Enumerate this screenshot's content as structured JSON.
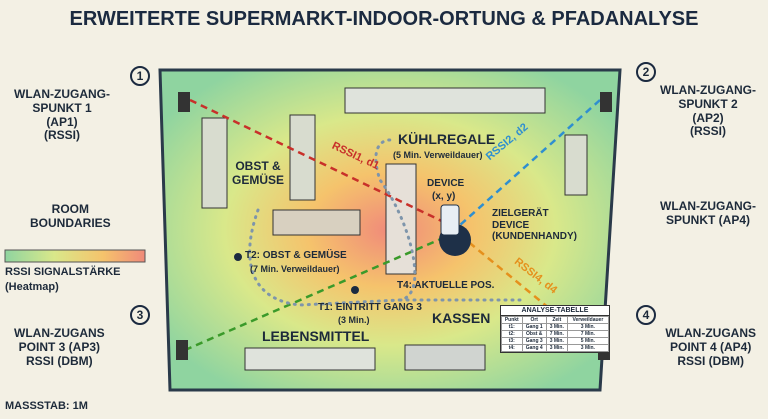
{
  "title": "Erweiterte Supermarkt-Indoor-Ortung & Pfadanalyse",
  "access_points": [
    {
      "num": "1",
      "label": "WLAN-Zugang-\nspunkt 1\n(AP1)\n(RSSI)"
    },
    {
      "num": "2",
      "label": "WLAN-Zugang-\nspunkt 2\n(AP2)\n(RSSI)"
    },
    {
      "num": "3",
      "label": "WLAN-Zugans\nPoint 3 (AP3)\nRSSI (dBm)"
    },
    {
      "num": "4",
      "label": "WLAN-Zugans\nPoint 4 (AP4)\nRSSI (dBm)"
    }
  ],
  "ap4_right": "WLAN-Zugang-\nspunkt (AP4)",
  "room_boundaries": "Room\nBoundaries",
  "legend": {
    "title": "RSSI Signalstärke",
    "sub": "(Heatmap)",
    "colors": [
      "#8fd4a0",
      "#d9e88a",
      "#f5c36c",
      "#f08a7a"
    ]
  },
  "scale": "Maßstab: 1m",
  "zones": {
    "obst": "Obst &\nGemüse",
    "kuehl": "Kühlregale",
    "kuehl_sub": "(5 Min. Verweildauer)",
    "lebensmittel": "Lebensmittel",
    "kassen": "Kassen"
  },
  "device": {
    "label": "Device",
    "coords": "(x, y)",
    "target": "Zielgerät\nDevice\n(Kundenhandy)"
  },
  "path": {
    "t1": "t1: Eintritt Gang 3",
    "t1_sub": "(3 Min.)",
    "t2": "t2: Obst & Gemüse",
    "t2_sub": "(7 Min. Verweildauer)",
    "t4": "t4: Aktuelle Pos."
  },
  "rssi_lines": [
    {
      "label": "RSSI1, d1",
      "color": "#c8302a"
    },
    {
      "label": "RSSI2, d2",
      "color": "#2f8fd0"
    },
    {
      "label": "RSSI4, d4",
      "color": "#e5901c"
    },
    {
      "label": "",
      "color": "#3a9a2a"
    }
  ],
  "table": {
    "title": "Analyse-Tabelle",
    "headers": [
      "Punkt",
      "Ort",
      "Zeit",
      "Verweildauer"
    ],
    "rows": [
      [
        "t1:",
        "Gang 1",
        "3 Min.",
        "3 Min."
      ],
      [
        "t2:",
        "Obst &",
        "7 Min.",
        "7 Min."
      ],
      [
        "t3:",
        "Gang 3",
        "3 Min.",
        "5 Min."
      ],
      [
        "t4:",
        "Gang 4",
        "3 Min.",
        "3 Min."
      ]
    ]
  }
}
